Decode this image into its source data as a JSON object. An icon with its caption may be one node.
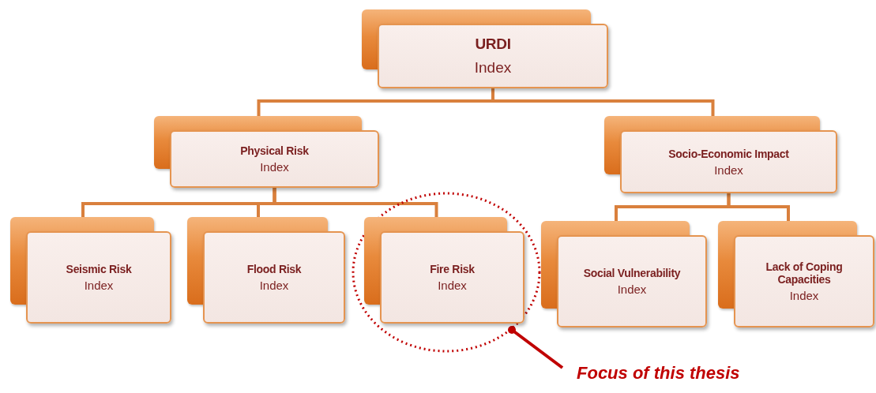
{
  "diagram": {
    "nodes": [
      {
        "text": [
          "URDI",
          "Index"
        ]
      },
      {
        "text": [
          "Physical Risk",
          "Index"
        ]
      },
      {
        "text": [
          "Socio-Economic Impact",
          "Index"
        ]
      },
      {
        "text": [
          "Seismic Risk",
          "Index"
        ]
      },
      {
        "text": [
          "Flood Risk",
          "Index"
        ]
      },
      {
        "text": [
          "Fire Risk",
          "Index"
        ],
        "in": 8
      },
      {
        "text": [
          "Social Vulnerability",
          "Index"
        ]
      },
      {
        "text": [
          "Lack of Coping Capacities",
          "Index"
        ]
      },
      {
        "text": [],
        "shape": "circle"
      },
      {
        "text": [
          "Focus of this thesis"
        ]
      }
    ],
    "edges": [
      {
        "from": 0,
        "to": 1,
        "arrow": "none"
      },
      {
        "from": 0,
        "to": 2,
        "arrow": "none"
      },
      {
        "from": 1,
        "to": 3,
        "arrow": "none"
      },
      {
        "from": 1,
        "to": 4,
        "arrow": "none"
      },
      {
        "from": 1,
        "to": 5,
        "arrow": "none"
      },
      {
        "from": 2,
        "to": 6,
        "arrow": "none"
      },
      {
        "from": 2,
        "to": 7,
        "arrow": "none"
      },
      {
        "from": 9,
        "to": 8,
        "arrow": "other",
        "color": "#c00000"
      }
    ]
  }
}
